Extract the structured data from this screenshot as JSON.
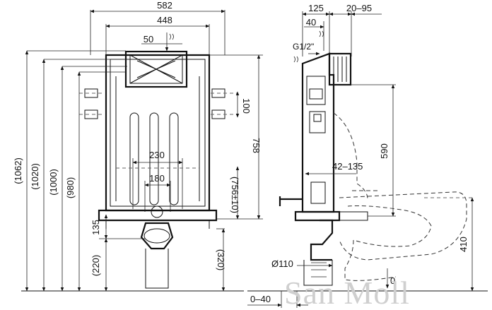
{
  "front_view": {
    "width_overall": "582",
    "width_frame": "448",
    "flush_plate_width": "50",
    "dim_1062": "(1062)",
    "dim_1020": "(1020)",
    "dim_1000": "(1000)",
    "dim_980": "(980)",
    "dim_220": "(220)",
    "dim_135": "135",
    "dim_230": "230",
    "dim_180": "180",
    "dim_100": "100",
    "dim_758": "758",
    "dim_756": "(756±10)",
    "dim_320": "(320)"
  },
  "side_view": {
    "dim_125": "125",
    "dim_20_95": "20–95",
    "dim_40": "40",
    "water_inlet": "G1/2\"",
    "dim_590": "590",
    "dim_42_135": "42–135",
    "dim_410": "410",
    "dim_110": "Ø110",
    "dim_0": "0",
    "dim_0_40": "0–40"
  },
  "watermark": "San Moll"
}
